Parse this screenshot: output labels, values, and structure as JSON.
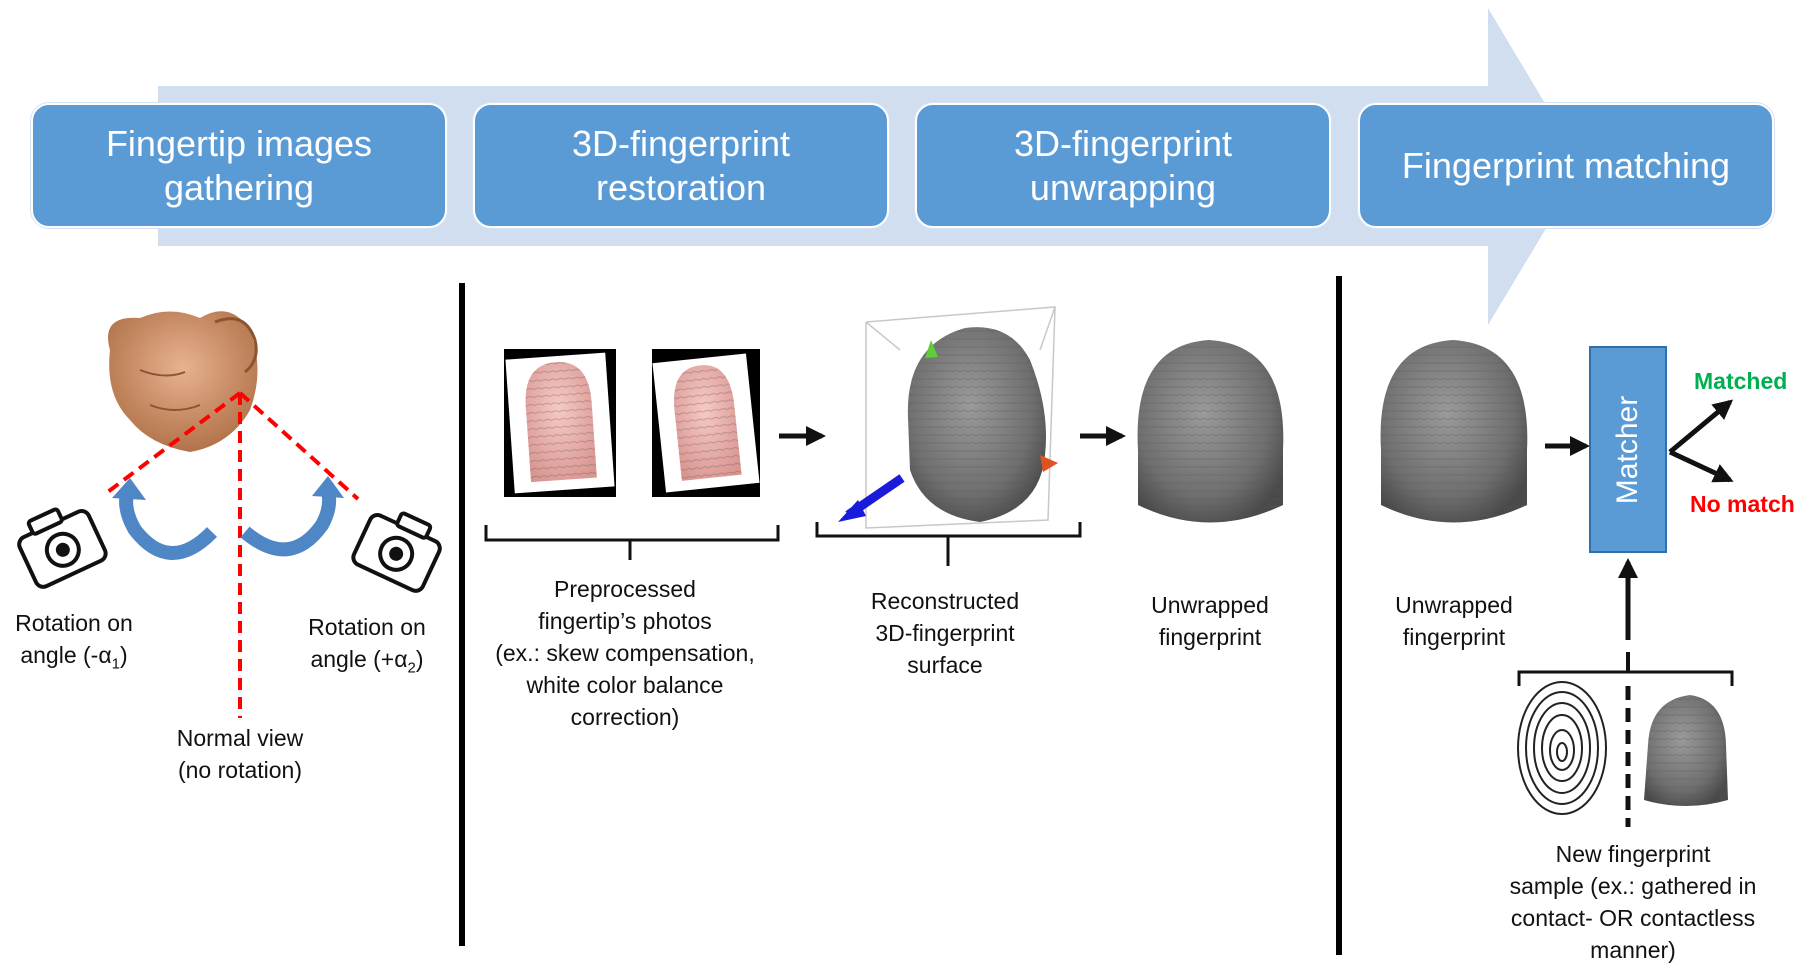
{
  "stages": [
    {
      "label": "Fingertip images\ngathering"
    },
    {
      "label": "3D-fingerprint\nrestoration"
    },
    {
      "label": "3D-fingerprint\nunwrapping"
    },
    {
      "label": "Fingerprint matching"
    }
  ],
  "captions": {
    "rotation_left": "Rotation on",
    "rotation_right": "Rotation on",
    "normal_view": [
      "Normal view",
      "(no rotation)"
    ],
    "preprocessed": [
      "Preprocessed",
      "fingertip’s photos",
      "(ex.: skew compensation,",
      "white color balance",
      "correction)"
    ],
    "reconstructed": [
      "Reconstructed",
      "3D-fingerprint",
      "surface"
    ],
    "unwrapped_1": [
      "Unwrapped",
      "fingerprint"
    ],
    "unwrapped_2": [
      "Unwrapped",
      "fingerprint"
    ],
    "new_sample": [
      "New fingerprint",
      "sample (ex.: gathered in",
      "contact- OR contactless",
      "manner)"
    ]
  },
  "angles": {
    "left_prefix": "angle (-α",
    "left_sub": "1",
    "left_suffix": ")",
    "right_prefix": "angle (+α",
    "right_sub": "2",
    "right_suffix": ")"
  },
  "matcher": {
    "label": "Matcher"
  },
  "outcomes": {
    "matched": "Matched",
    "no_match": "No match"
  },
  "colors": {
    "stage_fill": "#5b9bd5",
    "big_arrow": "#d0def0",
    "matched": "#00b050",
    "no_match": "#ff0000",
    "dashed": "#ff0000",
    "curved_arrow": "#4f86c6"
  }
}
